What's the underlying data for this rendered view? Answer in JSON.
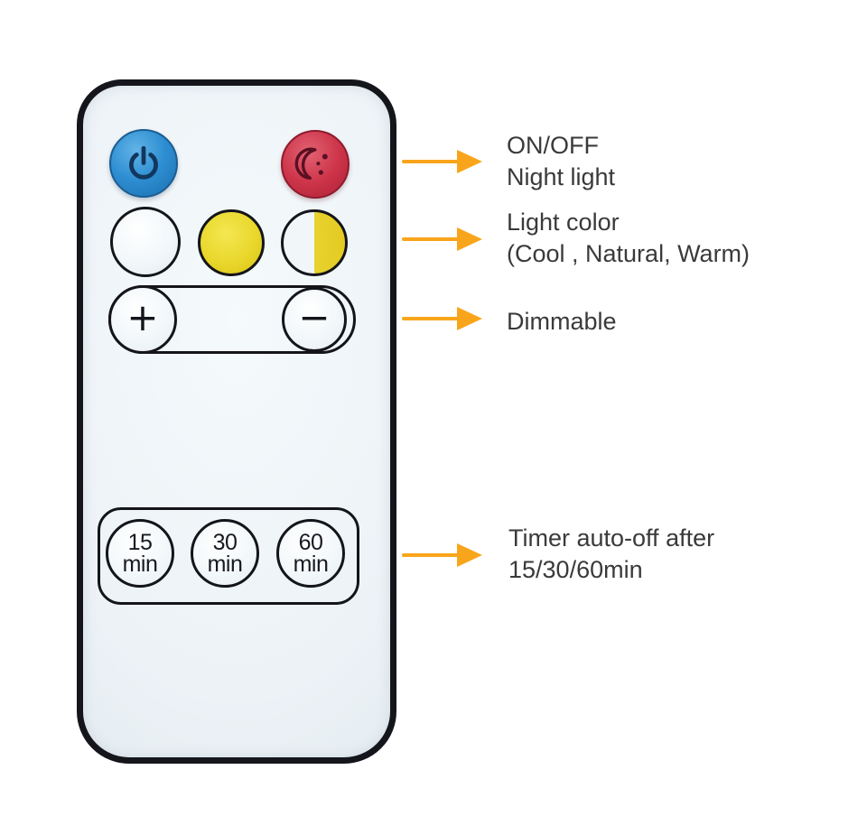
{
  "colors": {
    "arrow": "#f9a51b",
    "annotation_text": "#3a3a3a",
    "remote_body": "#eef3f7",
    "remote_border": "#14161b",
    "button_outline": "#14151b",
    "power_blue": "#2e8ed2",
    "night_red": "#cd3449",
    "warm_yellow": "#e9d72c",
    "cool_white": "#f2f7fa"
  },
  "remote": {
    "power_button": {
      "icon": "power-icon"
    },
    "night_button": {
      "icon": "moon-stars-icon"
    },
    "dimmer": {
      "increase_label": "+",
      "decrease_label": "−"
    },
    "timer": {
      "buttons": [
        {
          "value": "15",
          "unit": "min"
        },
        {
          "value": "30",
          "unit": "min"
        },
        {
          "value": "60",
          "unit": "min"
        }
      ]
    }
  },
  "annotations": [
    {
      "lines": [
        "ON/OFF",
        "Night light"
      ]
    },
    {
      "lines": [
        "Light color",
        "(Cool , Natural, Warm)"
      ]
    },
    {
      "lines": [
        "Dimmable"
      ]
    },
    {
      "lines": [
        "Timer auto-off after",
        "15/30/60min"
      ]
    }
  ]
}
